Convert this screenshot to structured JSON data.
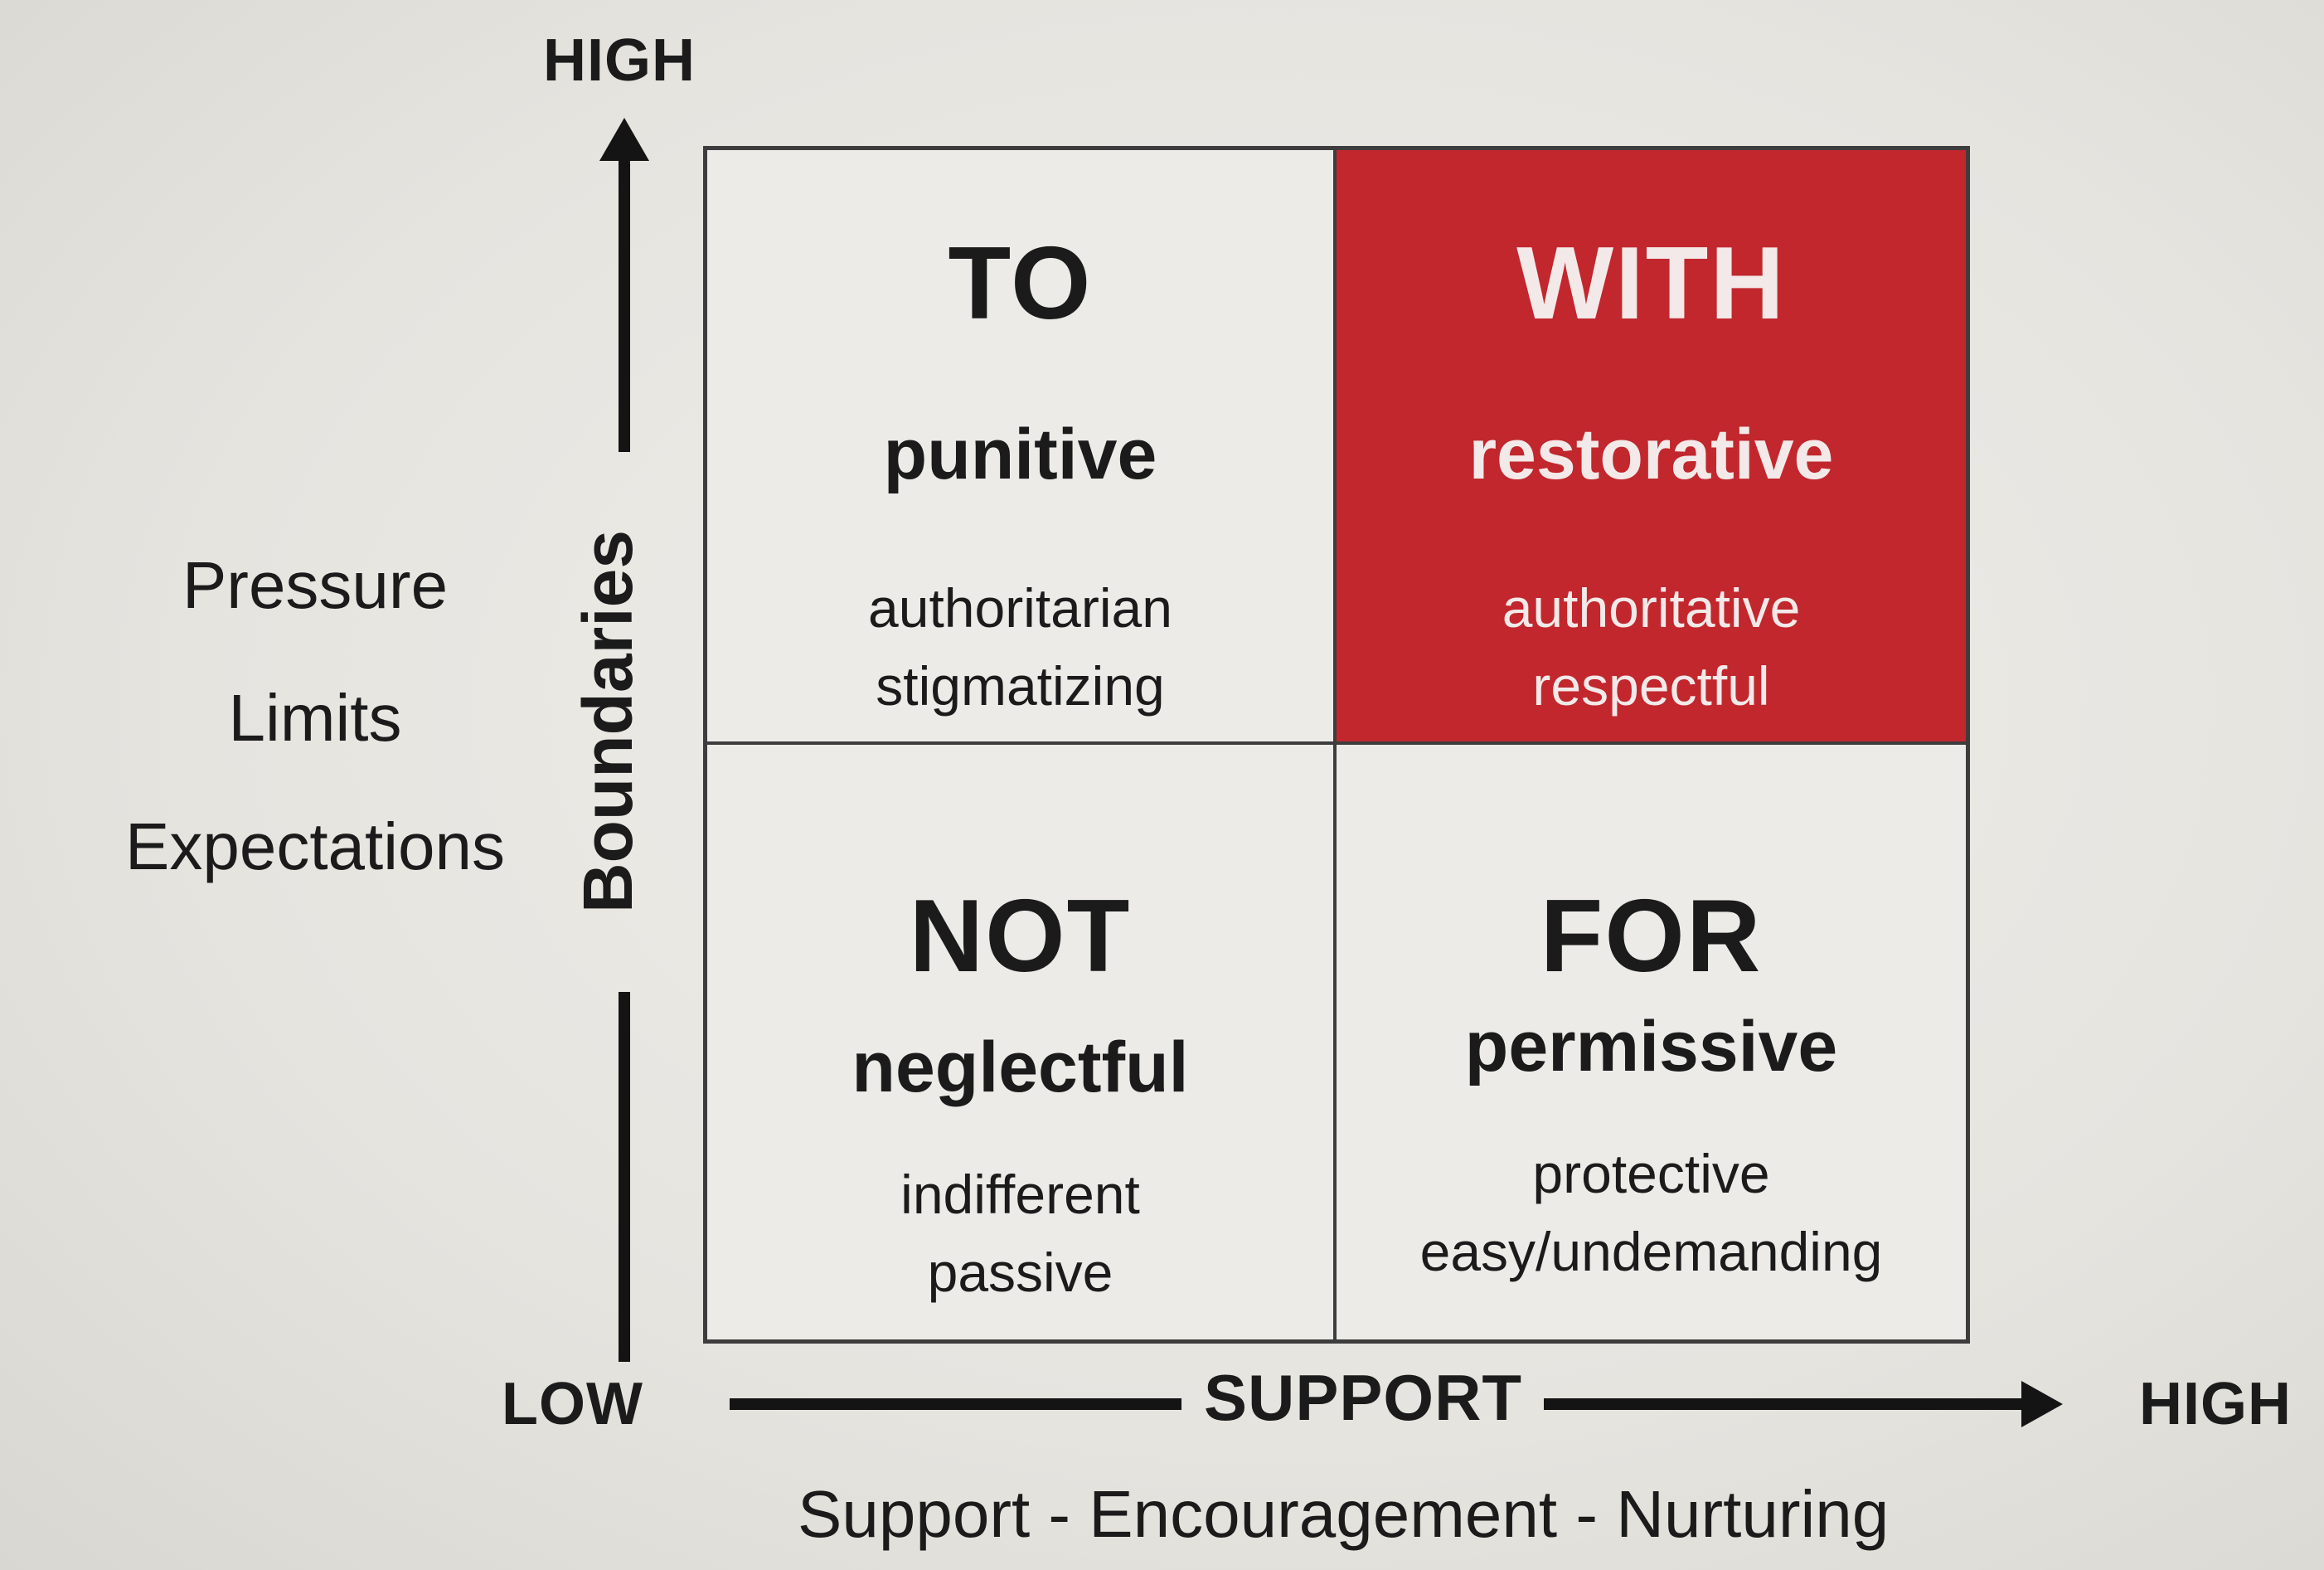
{
  "vertical_axis": {
    "high_label": "HIGH",
    "low_label": "LOW",
    "name": "Boundaries",
    "descriptors": [
      "Pressure",
      "Limits",
      "Expectations"
    ]
  },
  "horizontal_axis": {
    "low_label": "LOW",
    "name": "SUPPORT",
    "high_label": "HIGH",
    "descriptor": "Support - Encouragement - Nurturing"
  },
  "quadrants": [
    {
      "id": "top-left",
      "heading": "TO",
      "type": "punitive",
      "descriptors": [
        "authoritarian",
        "stigmatizing"
      ],
      "highlighted": false
    },
    {
      "id": "top-right",
      "heading": "WITH",
      "type": "restorative",
      "descriptors": [
        "authoritative",
        "respectful"
      ],
      "highlighted": true
    },
    {
      "id": "bottom-left",
      "heading": "NOT",
      "type": "neglectful",
      "descriptors": [
        "indifferent",
        "passive"
      ],
      "highlighted": false
    },
    {
      "id": "bottom-right",
      "heading": "FOR",
      "type": "permissive",
      "descriptors": [
        "protective",
        "easy/undemanding"
      ],
      "highlighted": false
    }
  ],
  "colors": {
    "highlight": "#c1272d",
    "text": "#1b1b1b",
    "highlight_text": "#f3e9e9"
  }
}
